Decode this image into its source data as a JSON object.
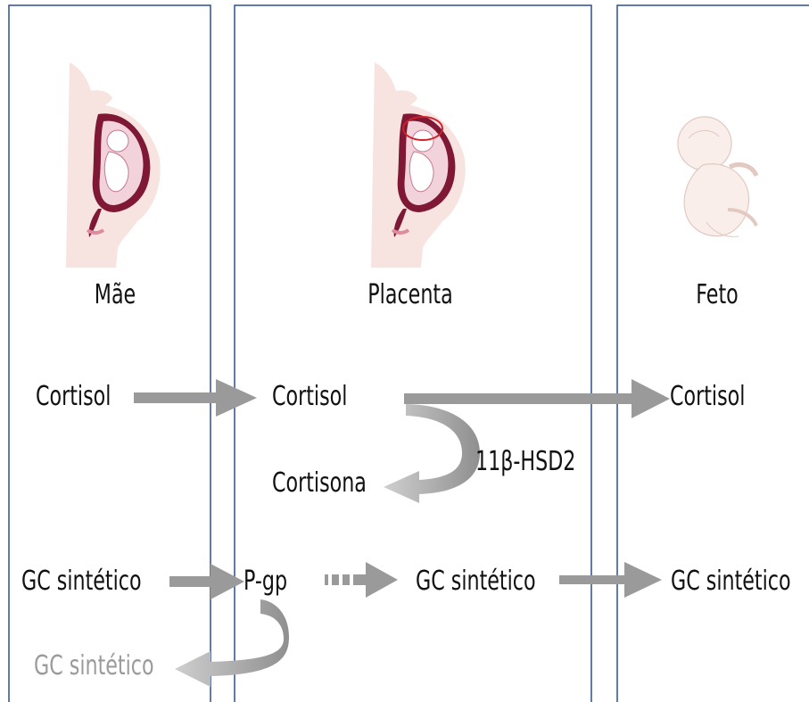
{
  "columns": {
    "mae": "Mãe",
    "placenta": "Placenta",
    "feto": "Feto"
  },
  "row_cortisol": {
    "mae": "Cortisol",
    "placenta": "Cortisol",
    "feto": "Cortisol",
    "metabolite": "Cortisona",
    "enzyme": "11β-HSD2"
  },
  "row_gc": {
    "mae": "GC sintético",
    "transporter": "P-gp",
    "placenta": "GC sintético",
    "feto": "GC sintético",
    "efflux": "GC sintético"
  },
  "colors": {
    "border": "#2f4f8f",
    "arrow": "#9a9a9a",
    "text": "#111111",
    "muted_text": "#9b9b9b",
    "skin": "#f7e3df",
    "uterus": "#8e1f3a",
    "highlight": "#d0202a"
  },
  "icons": [
    "pregnant-woman-icon",
    "pregnant-woman-placenta-icon",
    "fetus-icon"
  ]
}
